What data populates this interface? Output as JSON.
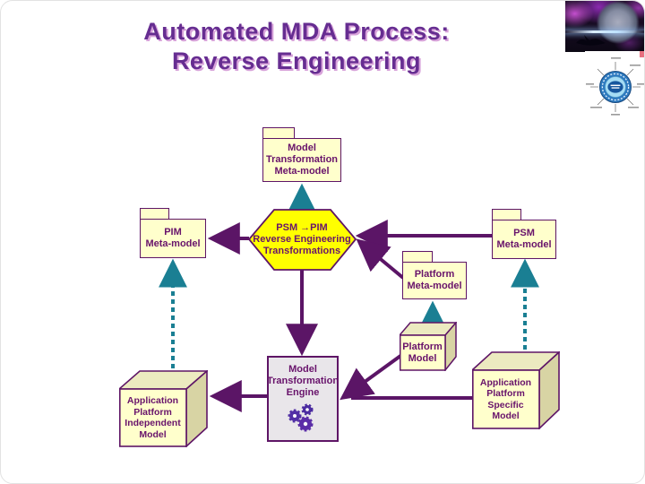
{
  "slide": {
    "title_line1": "Automated MDA Process:",
    "title_line2": "Reverse Engineering"
  },
  "nodes": {
    "model_transformation_meta_model": {
      "lines": [
        "Model",
        "Transformation",
        "Meta-model"
      ]
    },
    "pim_meta_model": {
      "lines": [
        "PIM",
        "Meta-model"
      ]
    },
    "psm_meta_model": {
      "lines": [
        "PSM",
        "Meta-model"
      ]
    },
    "platform_meta_model": {
      "lines": [
        "Platform",
        "Meta-model"
      ]
    },
    "transformation_hexagon": {
      "lines": [
        "PSM →PIM",
        "Reverse Engineering",
        "Transformations"
      ]
    },
    "model_transformation_engine": {
      "lines": [
        "Model",
        "Transformation",
        "Engine"
      ]
    },
    "platform_model": {
      "lines": [
        "Platform",
        "Model"
      ]
    },
    "application_platform_independent_model": {
      "lines": [
        "Application",
        "Platform",
        "Independent",
        "Model"
      ]
    },
    "application_platform_specific_model": {
      "lines": [
        "Application",
        "Platform",
        "Specific",
        "Model"
      ]
    }
  },
  "icons": {
    "gears": "gears-icon",
    "space_photo": "space-photo",
    "mda_logo": "mda-logo"
  },
  "colors": {
    "title_purple": "#662d91",
    "title_shadow_pink": "#d8a3da",
    "node_text_purple": "#68136b",
    "node_border_purple": "#5e1566",
    "arrow_purple": "#5b1566",
    "dashed_teal": "#1a7f93",
    "hexagon_yellow": "#ffff00",
    "box_cream": "#ffffcc",
    "cube_side_tan": "#d8d4a4",
    "engine_gray": "#e9e6ea"
  }
}
